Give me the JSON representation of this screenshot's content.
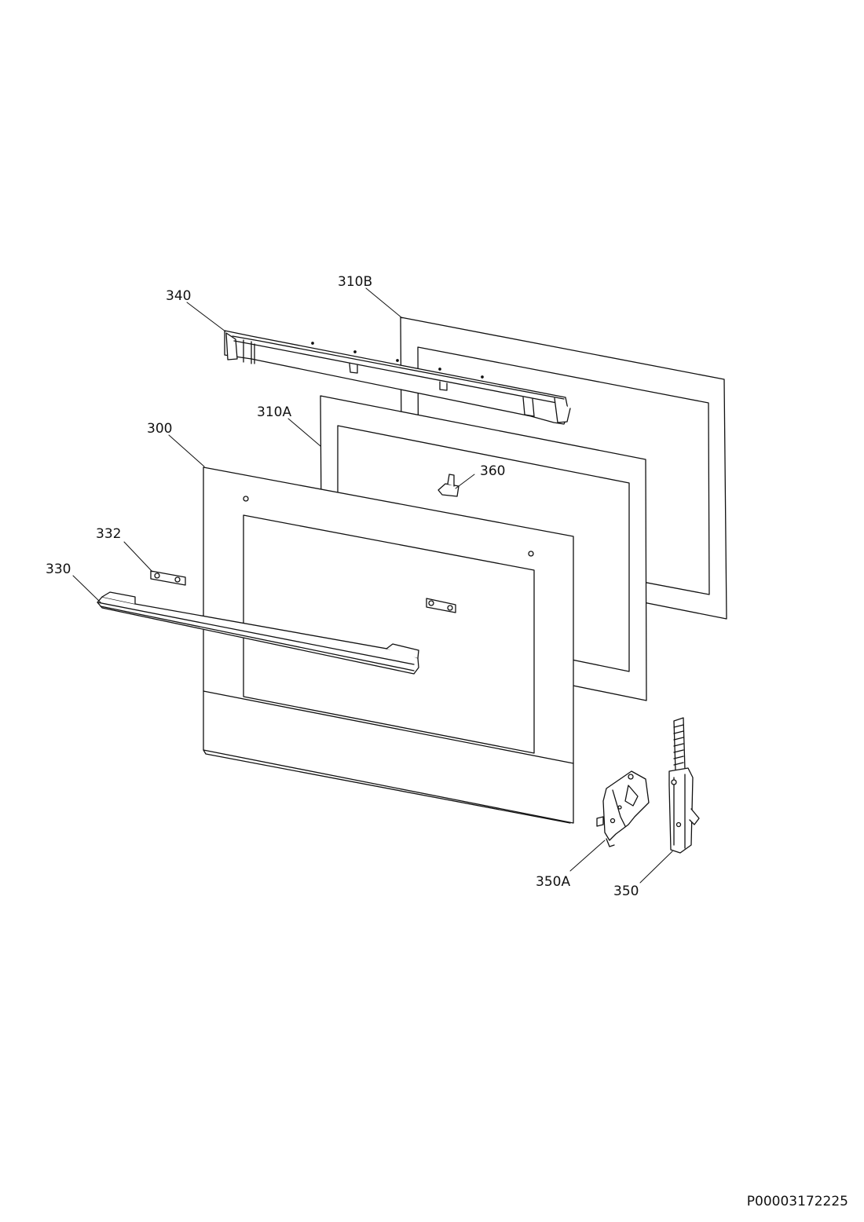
{
  "labels": {
    "door_front_panel": "300",
    "inner_glass": "310A",
    "outer_glass": "310B",
    "handle": "330",
    "handle_spacer": "332",
    "top_profile": "340",
    "hinge_right": "350",
    "hinge_left": "350A",
    "glass_clip": "360"
  },
  "document_id": "P00003172225",
  "colors": {
    "line": "#111111",
    "background": "#ffffff"
  }
}
